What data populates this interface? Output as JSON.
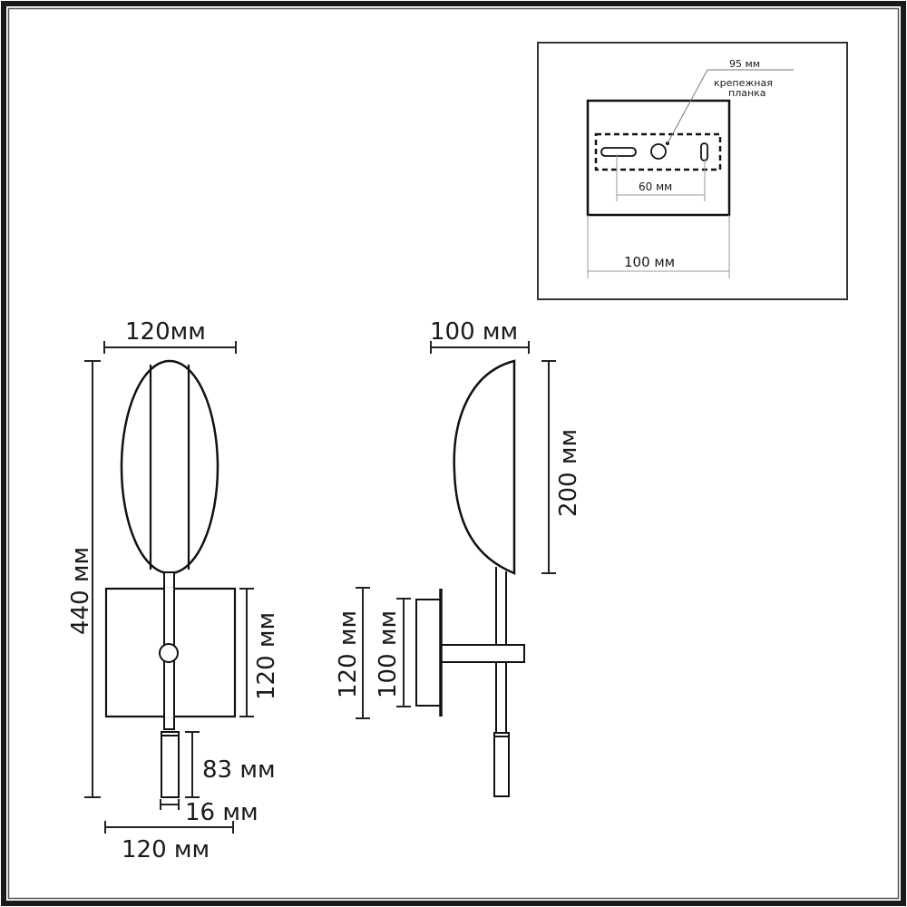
{
  "frame": {
    "outer_border_color": "#1a1a1a",
    "inner_line_color": "#666666"
  },
  "mounting_plate_inset": {
    "diameter_label": "95 мм",
    "plate_caption_line1": "крепежная",
    "plate_caption_line2": "планка",
    "hole_spacing_label": "60 мм",
    "plate_width_label": "100 мм"
  },
  "front_view": {
    "shade_width_label": "120мм",
    "total_height_label": "440 мм",
    "base_height_label": "120 мм",
    "handle_length_label": "83 мм",
    "handle_diameter_label": "16 мм",
    "base_width_label": "120 мм"
  },
  "side_view": {
    "shade_depth_label": "100 мм",
    "shade_height_label": "200 мм",
    "base_height_outer_label": "120 мм",
    "base_height_inner_label": "100 мм"
  }
}
